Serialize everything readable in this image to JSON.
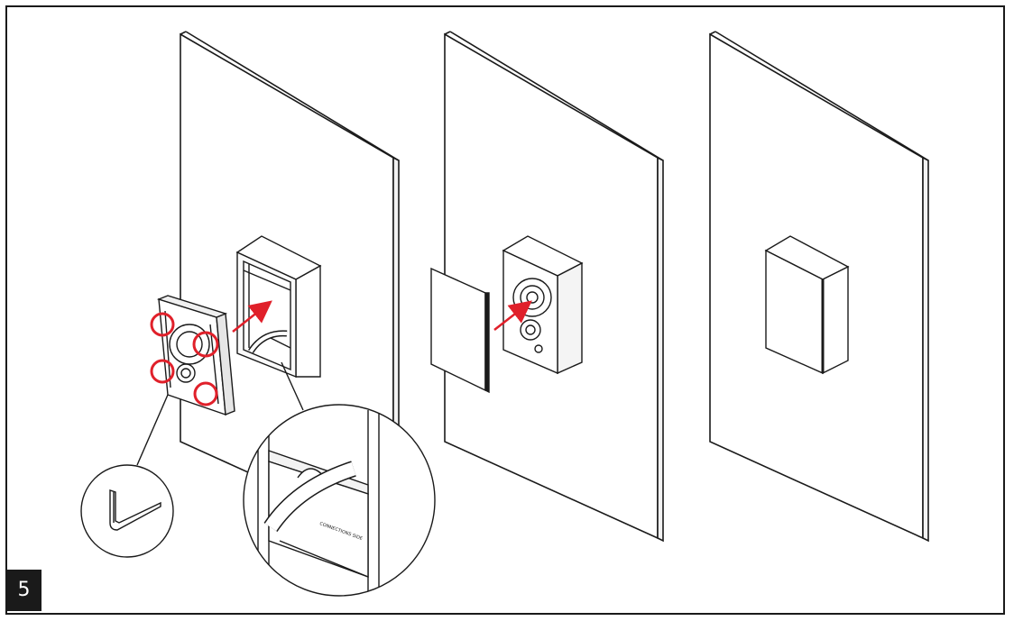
{
  "step": {
    "number": "5"
  },
  "colors": {
    "line": "#1a1a1a",
    "highlight": "#e0202a",
    "panel": "#ffffff",
    "cover": "#ffffff"
  },
  "panels": [
    {
      "name": "wall-panel-1",
      "content": "speaker-insertion-with-screw-callouts"
    },
    {
      "name": "wall-panel-2",
      "content": "grille-placement"
    },
    {
      "name": "wall-panel-3",
      "content": "installed-cover"
    }
  ],
  "callouts": {
    "tool": "hex-key",
    "detail": "cable-entry-detail",
    "highlighted_screws": 4
  },
  "diagram_labels": {
    "detail_tag": "CONNECTIONS SIDE"
  }
}
